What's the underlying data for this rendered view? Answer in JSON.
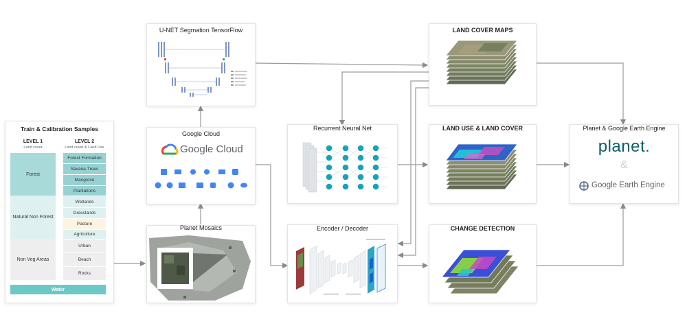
{
  "train": {
    "title": "Train & Calibration Samples",
    "level1_title": "LEVEL 1",
    "level1_sub": "Land cover",
    "level2_title": "LEVEL 2",
    "level2_sub": "Land cover & Land Use",
    "level1": [
      "Forest",
      "Natural Non Forest",
      "Non Veg Areas"
    ],
    "level2": [
      "Forest Formation",
      "Savana-Trees",
      "Mangrove",
      "Plantations",
      "Wetlands",
      "Grasslands",
      "Pasture",
      "Agriculture",
      "Urban",
      "Beach",
      "Rocks"
    ],
    "water": "Water",
    "colors": {
      "forest": "#a9dada",
      "forest_l2": "#98d1d1",
      "natural": "#dff0f0",
      "nonveg": "#eeeeee",
      "pasture": "#fdf3e2",
      "water": "#6cc7c7"
    }
  },
  "unet": {
    "title": "U-NET Segmation TensorFlow"
  },
  "google_cloud": {
    "title": "Google Cloud",
    "logo_text": "Google Cloud"
  },
  "planet_mosaics": {
    "title": "Planet Mosaics"
  },
  "rnn": {
    "title": "Recurrent Neural Net"
  },
  "encoder": {
    "title": "Encoder / Decoder"
  },
  "land_cover_maps": {
    "title": "LAND COVER MAPS"
  },
  "land_use": {
    "title": "LAND USE & LAND COVER"
  },
  "change_detection": {
    "title": "CHANGE DETECTION"
  },
  "planet_gee": {
    "title": "Planet & Google Earth Engine",
    "planet_logo": "planet.",
    "ampersand": "&",
    "gee_logo": "Google Earth Engine"
  }
}
